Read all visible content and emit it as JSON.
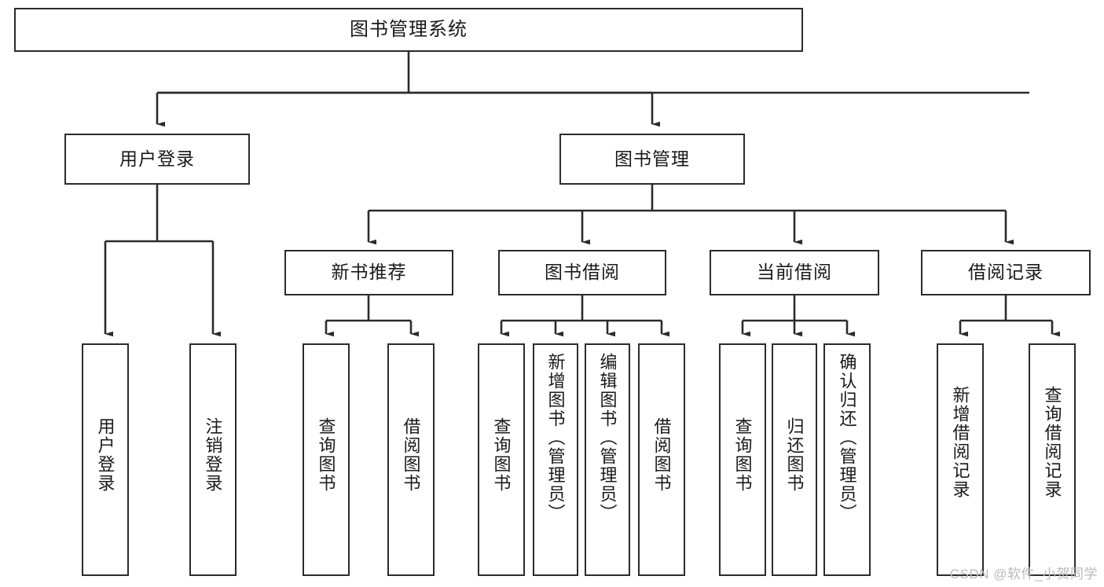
{
  "diagram": {
    "title": "图书管理系统",
    "type": "tree-hierarchy-diagram",
    "watermark": "CSDN @软件_小贺同学",
    "colors": {
      "stroke": "#2b2b2b",
      "fill": "#ffffff",
      "text": "#1a1a1a",
      "watermark": "#b9b9b9"
    },
    "root": {
      "label": "图书管理系统"
    },
    "level2": [
      {
        "label": "用户登录"
      },
      {
        "label": "图书管理"
      }
    ],
    "level3": [
      {
        "label": "新书推荐"
      },
      {
        "label": "图书借阅"
      },
      {
        "label": "当前借阅"
      },
      {
        "label": "借阅记录"
      }
    ],
    "leaves": {
      "user_login": [
        {
          "label": "用户登录"
        },
        {
          "label": "注销登录"
        }
      ],
      "new_book_recommend": [
        {
          "label": "查询图书"
        },
        {
          "label": "借阅图书"
        }
      ],
      "book_borrow": [
        {
          "label": "查询图书"
        },
        {
          "label": "新增图书（管理员）"
        },
        {
          "label": "编辑图书（管理员）"
        },
        {
          "label": "借阅图书"
        }
      ],
      "current_borrow": [
        {
          "label": "查询图书"
        },
        {
          "label": "归还图书"
        },
        {
          "label": "确认归还（管理员）"
        }
      ],
      "borrow_record": [
        {
          "label": "新增借阅记录"
        },
        {
          "label": "查询借阅记录"
        }
      ]
    }
  }
}
